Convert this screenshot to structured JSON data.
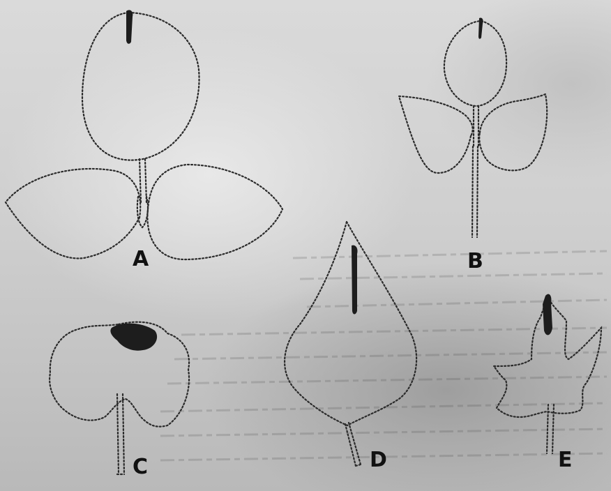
{
  "figure": {
    "leaves": [
      {
        "id": "A",
        "label": "A"
      },
      {
        "id": "B",
        "label": "B"
      },
      {
        "id": "C",
        "label": "C"
      },
      {
        "id": "D",
        "label": "D"
      },
      {
        "id": "E",
        "label": "E"
      }
    ]
  }
}
